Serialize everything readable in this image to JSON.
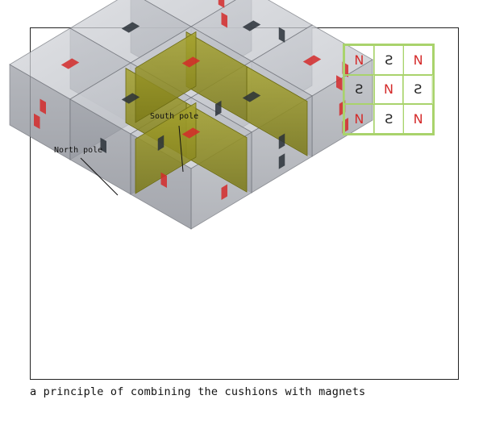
{
  "annotations": {
    "south_pole": "South pole",
    "north_pole": "North pole"
  },
  "pole_grid": {
    "rows": [
      [
        "N",
        "S",
        "N"
      ],
      [
        "S",
        "N",
        "S"
      ],
      [
        "N",
        "S",
        "N"
      ]
    ]
  },
  "caption": "a principle of combining the cushions with magnets",
  "colors": {
    "north": "#d42a2a",
    "south": "#2a3138",
    "grid_border": "#a9d36c",
    "divider": "#8a8a1c",
    "cube": "#a9acb2"
  }
}
